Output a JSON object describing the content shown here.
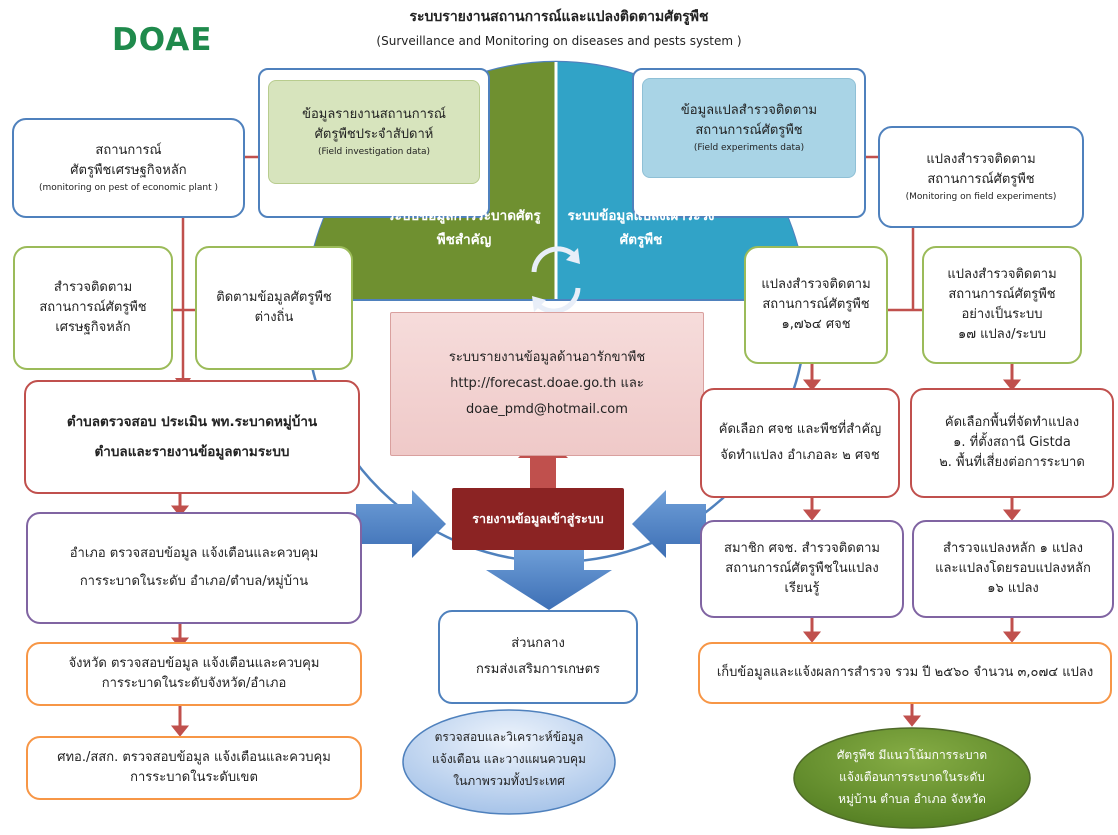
{
  "header": {
    "title": "ระบบรายงานสถานการณ์และแปลงติดตามศัตรูพืช",
    "subtitle": "(Surveillance and Monitoring on diseases and pests system )",
    "logo_text": "DOAE"
  },
  "center": {
    "left_half": "ระบบข้อมูลการระบาดศัตรูพืชสำคัญ",
    "right_half": "ระบบข้อมูลแปลงเฝ้าระวังศัตรูพืช",
    "report_box_line1": "ระบบรายงานข้อมูลด้านอารักขาพืช",
    "report_box_line2": "http://forecast.doae.go.th และ",
    "report_box_line3": "doae_pmd@hotmail.com",
    "input_label": "รายงานข้อมูลเข้าสู่ระบบ",
    "central_line1": "ส่วนกลาง",
    "central_line2": "กรมส่งเสริมการเกษตร",
    "analysis_line1": "ตรวจสอบและวิเคราะห์ข้อมูล",
    "analysis_line2": "แจ้งเตือน และวางแผนควบคุม",
    "analysis_line3": "ในภาพรวมทั้งประเทศ"
  },
  "left": {
    "field_investigation_line1": "ข้อมูลรายงานสถานการณ์",
    "field_investigation_line2": "ศัตรูพืชประจำสัปดาห์",
    "field_investigation_en": "(Field investigation data)",
    "economic_line1": "สถานการณ์",
    "economic_line2": "ศัตรูพืชเศรษฐกิจหลัก",
    "economic_en": "(monitoring on pest of economic plant )",
    "survey_line1": "สำรวจติดตาม",
    "survey_line2": "สถานการณ์ศัตรูพืช",
    "survey_line3": "เศรษฐกิจหลัก",
    "alien_line1": "ติดตามข้อมูลศัตรูพืช",
    "alien_line2": "ต่างถิ่น",
    "tambon_line1": "ตำบลตรวจสอบ ประเมิน พท.ระบาดหมู่บ้าน",
    "tambon_line2": "ตำบลและรายงานข้อมูลตามระบบ",
    "amphoe_line1": "อำเภอ ตรวจสอบข้อมูล แจ้งเตือนและควบคุม",
    "amphoe_line2": "การระบาดในระดับ อำเภอ/ตำบล/หมู่บ้าน",
    "province_line1": "จังหวัด ตรวจสอบข้อมูล แจ้งเตือนและควบคุม",
    "province_line2": "การระบาดในระดับจังหวัด/อำเภอ",
    "region_line1": "ศทอ./สสก. ตรวจสอบข้อมูล แจ้งเตือนและควบคุม",
    "region_line2": "การระบาดในระดับเขต"
  },
  "right": {
    "field_experiments_line1": "ข้อมูลแปลสำรวจติดตาม",
    "field_experiments_line2": "สถานการณ์ศัตรูพืช",
    "field_experiments_en": "(Field experiments data)",
    "monitoring_line1": "แปลงสำรวจติดตาม",
    "monitoring_line2": "สถานการณ์ศัตรูพืช",
    "monitoring_en": "(Monitoring on field experiments)",
    "plots_a_line1": "แปลงสำรวจติดตาม",
    "plots_a_line2": "สถานการณ์ศัตรูพืช",
    "plots_a_line3": "๑,๗๖๔ ศจช",
    "plots_b_line1": "แปลงสำรวจติดตาม",
    "plots_b_line2": "สถานการณ์ศัตรูพืช",
    "plots_b_line3": "อย่างเป็นระบบ",
    "plots_b_line4": "๑๗ แปลง/ระบบ",
    "select_a_line1": "คัดเลือก ศจช และพืชที่สำคัญ",
    "select_a_line2": "จัดทำแปลง อำเภอละ ๒ ศจช",
    "select_b_line1": "คัดเลือกพื้นที่จัดทำแปลง",
    "select_b_line2": "๑. ที่ตั้งสถานี Gistda",
    "select_b_line3": "๒. พื้นที่เสี่ยงต่อการระบาด",
    "member_line1": "สมาชิก ศจช. สำรวจติดตาม",
    "member_line2": "สถานการณ์ศัตรูพืชในแปลง",
    "member_line3": "เรียนรู้",
    "main_plot_line1": "สำรวจแปลงหลัก ๑ แปลง",
    "main_plot_line2": "และแปลงโดยรอบแปลงหลัก",
    "main_plot_line3": "๑๖ แปลง",
    "collect": "เก็บข้อมูลและแจ้งผลการสำรวจ รวม ปี ๒๕๖๐ จำนวน ๓,๐๗๔ แปลง",
    "trend_line1": "ศัตรูพืช มีแนวโน้มการระบาด",
    "trend_line2": "แจ้งเตือนการระบาดในระดับ",
    "trend_line3": "หมู่บ้าน ตำบล อำเภอ จังหวัด"
  },
  "colors": {
    "blue": "#4f81bd",
    "green": "#9bbb59",
    "red": "#c0504d",
    "purple": "#8064a2",
    "orange": "#f79646",
    "dark_red_label": "#8b2323",
    "olive": "#6f9030",
    "teal": "#31a3c7"
  }
}
